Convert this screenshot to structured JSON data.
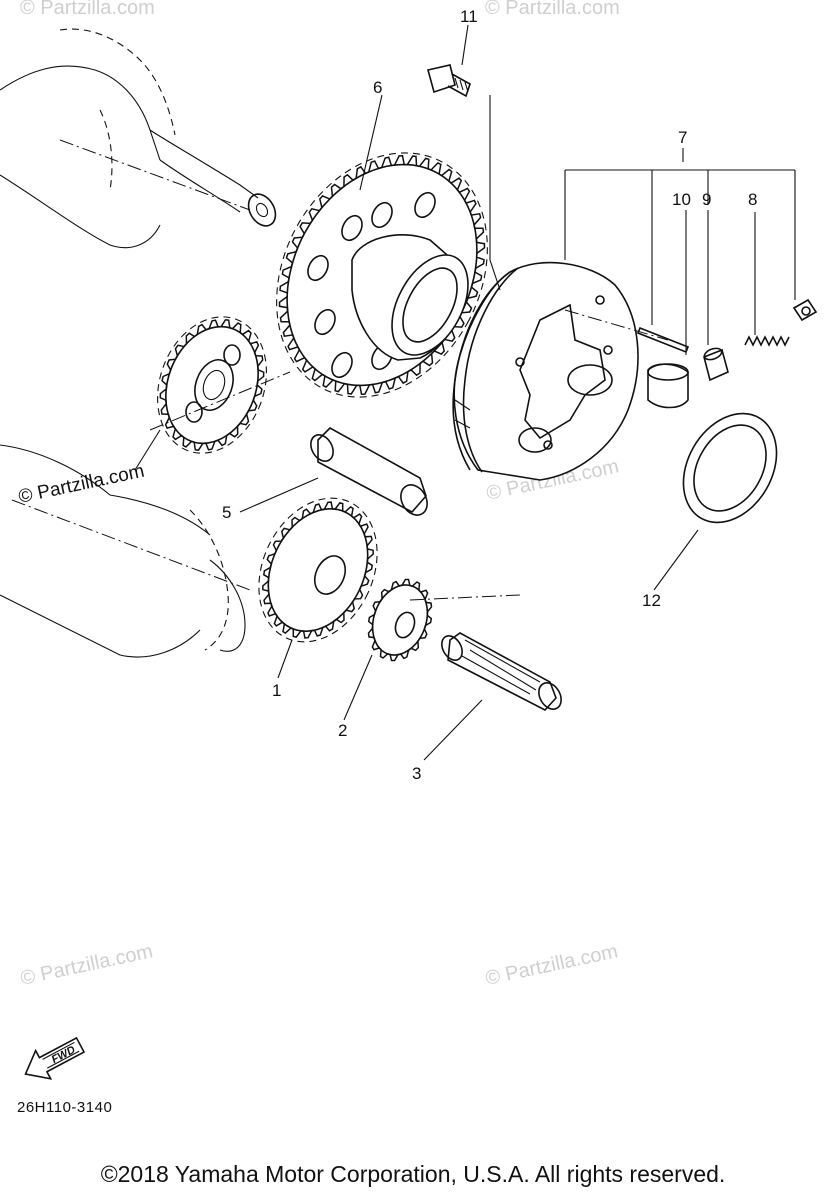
{
  "callouts": {
    "c1": "1",
    "c2": "2",
    "c3": "3",
    "c5": "5",
    "c6": "6",
    "c7": "7",
    "c8": "8",
    "c9": "9",
    "c10": "10",
    "c11": "11",
    "c12": "12"
  },
  "watermark": "© Partzilla.com",
  "watermark_main": "© Partzilla.com",
  "fwd_label": "FWD",
  "diagram_code": "26H110-3140",
  "copyright": "©2018  Yamaha Motor Corporation, U.S.A. All rights reserved."
}
